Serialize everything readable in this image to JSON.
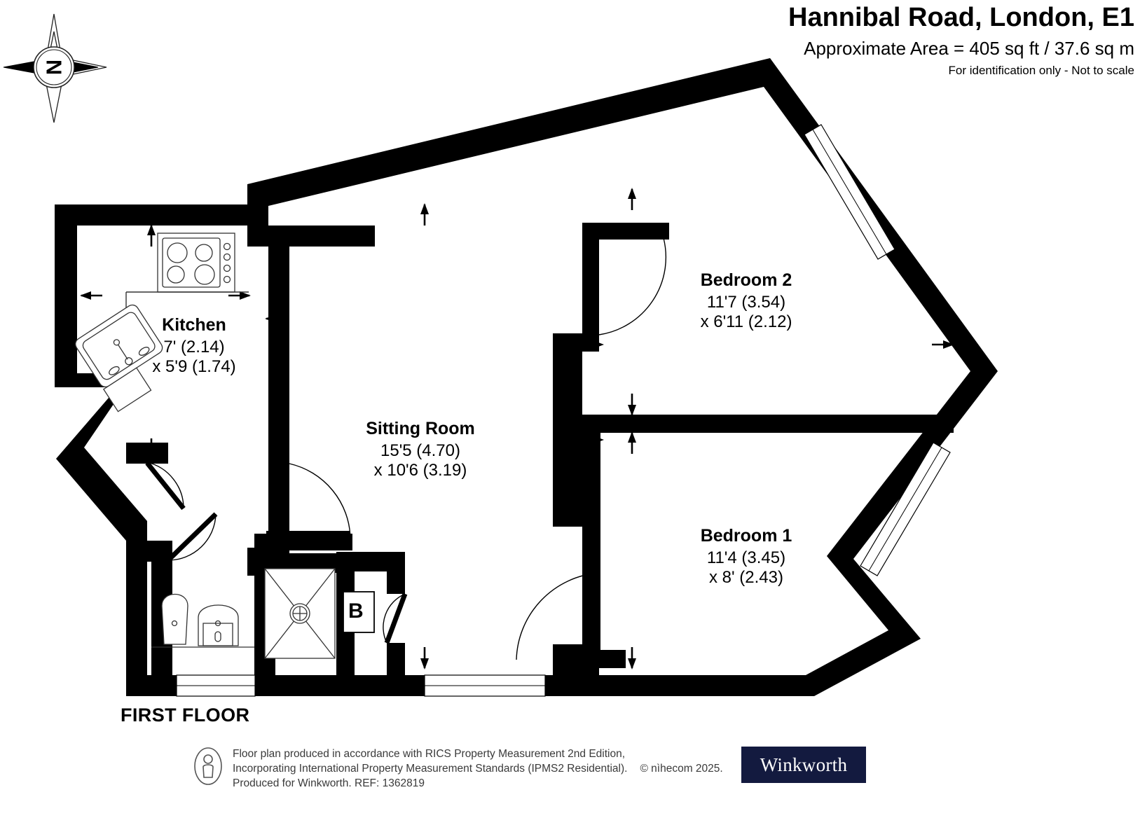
{
  "header": {
    "title": "Hannibal Road, London, E1",
    "area": "Approximate Area = 405 sq ft / 37.6 sq m",
    "disclaimer": "For identification only - Not to scale"
  },
  "compass": {
    "label": "N",
    "icon": "compass-rose-icon"
  },
  "plan": {
    "floor_label": "FIRST FLOOR",
    "cupboard_marker": "B",
    "rooms": [
      {
        "name": "Kitchen",
        "dim_primary": "7' (2.14)",
        "dim_secondary": "x 5'9 (1.74)"
      },
      {
        "name": "Sitting Room",
        "dim_primary": "15'5 (4.70)",
        "dim_secondary": "x 10'6 (3.19)"
      },
      {
        "name": "Bedroom 2",
        "dim_primary": "11'7 (3.54)",
        "dim_secondary": "x 6'11 (2.12)"
      },
      {
        "name": "Bedroom 1",
        "dim_primary": "11'4 (3.45)",
        "dim_secondary": "x 8' (2.43)"
      }
    ],
    "fixtures": [
      "hob-icon",
      "sink-icon",
      "wc-icon",
      "basin-icon",
      "shower-icon"
    ]
  },
  "footer": {
    "line1": "Floor plan produced in accordance with RICS Property Measurement 2nd Edition,",
    "line2": "Incorporating International Property Measurement Standards (IPMS2 Residential).",
    "copyright": "© nìhecom 2025.",
    "line3": "Produced for Winkworth.   REF: 1362819",
    "logo_text": "Winkworth"
  },
  "colors": {
    "wall": "#000000",
    "background": "#ffffff",
    "logo_background": "#131a3f",
    "footer_text": "#3a3a3a"
  }
}
